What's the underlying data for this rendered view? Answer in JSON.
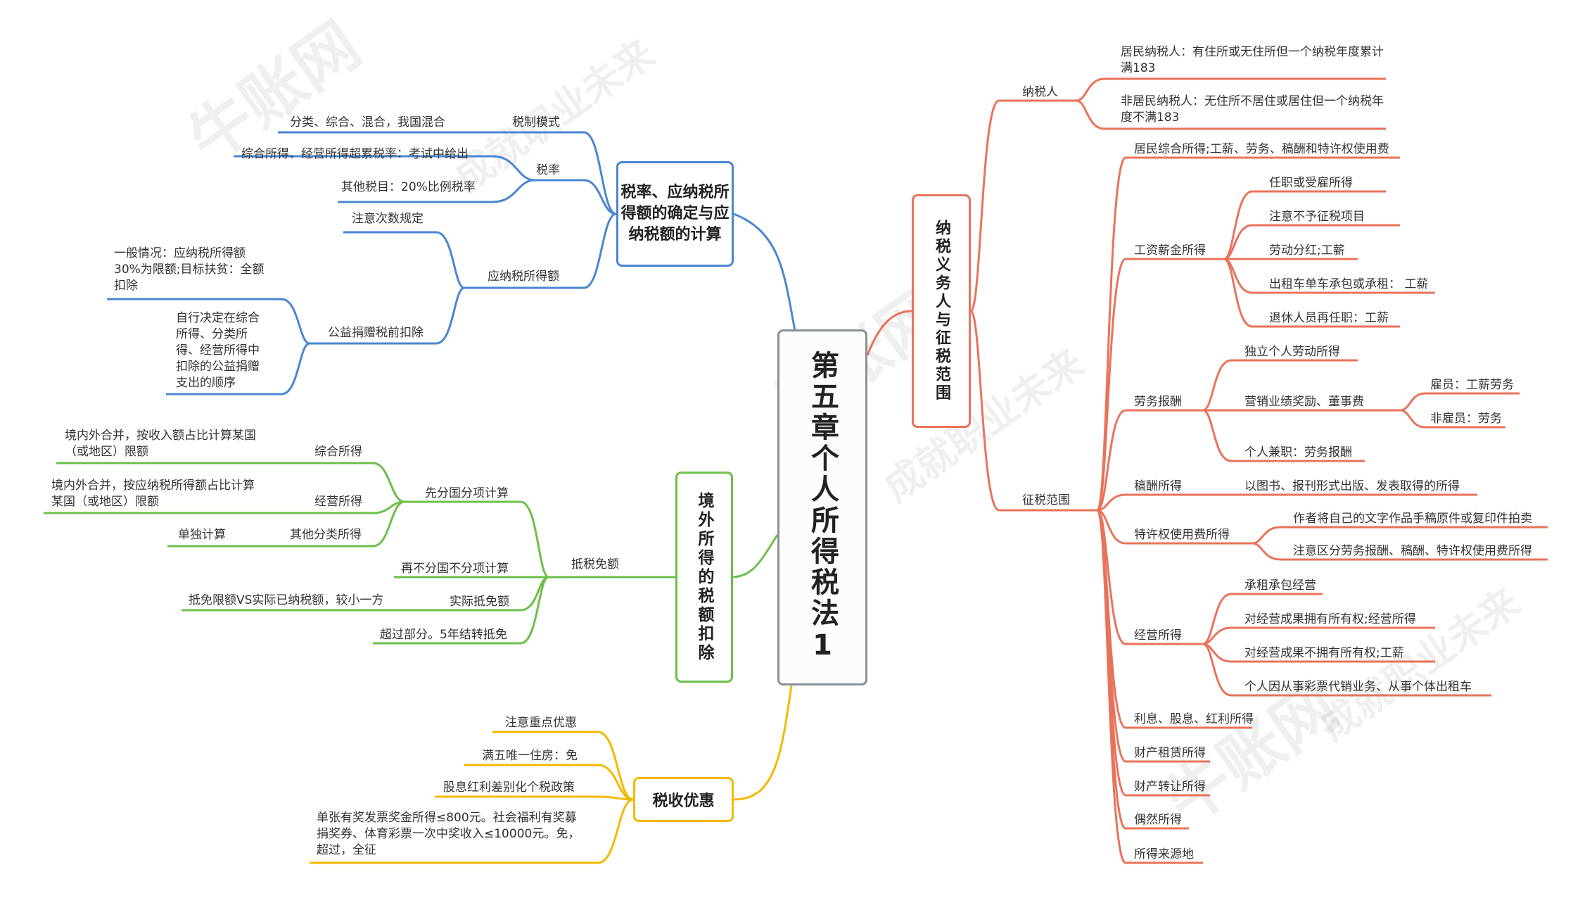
{
  "watermark": {
    "brand": "牛账网",
    "slogan": "成就职业未来"
  },
  "root": {
    "title": "第五章个人所得税法1"
  },
  "colors": {
    "rate": "#4a86d3",
    "overseas": "#6cbf4a",
    "preference": "#f5b800",
    "taxpayer": "#e8735b",
    "root_border": "#8a9099"
  },
  "rate_branch": {
    "title": "税率、应纳税所得额的确定与应纳税额的计算",
    "tax_pattern": {
      "label": "税制模式",
      "detail": "分类、综合、混合，我国混合"
    },
    "rate": {
      "label": "税率",
      "items": [
        "综合所得、经营所得超累税率：考试中给出",
        "其他税目：20%比例税率"
      ]
    },
    "taxable_income": {
      "label": "应纳税所得额",
      "note": "注意次数规定",
      "donation": {
        "label": "公益捐赠税前扣除",
        "general": "一般情况：应纳税所得额30%为限额;目标扶贫：全额扣除",
        "order": "自行决定在综合所得、分类所得、经营所得中扣除的公益捐赠支出的顺序"
      }
    }
  },
  "overseas_branch": {
    "title": "境外所得的税额扣除",
    "credit": {
      "label": "抵税免额",
      "by_country": {
        "label": "先分国分项计算",
        "items": [
          {
            "label": "综合所得",
            "detail": "境内外合并，按收入额占比计算某国（或地区）限额"
          },
          {
            "label": "经营所得",
            "detail": "境内外合并，按应纳税所得额占比计算某国（或地区）限额"
          },
          {
            "label": "其他分类所得",
            "detail": "单独计算"
          }
        ]
      },
      "no_split": "再不分国不分项计算",
      "actual": {
        "label": "实际抵免额",
        "detail": "抵免限额VS实际已纳税额，较小一方"
      },
      "excess": "超过部分。5年结转抵免"
    }
  },
  "preference_branch": {
    "title": "税收优惠",
    "items": [
      "注意重点优惠",
      "满五唯一住房：免",
      "股息红利差别化个税政策",
      "单张有奖发票奖金所得≤800元。社会福利有奖募捐奖券、体育彩票一次中奖收入≤10000元。免，超过，全征"
    ]
  },
  "taxpayer_branch": {
    "title": "纳税义务人与征税范围",
    "taxpayer": {
      "label": "纳税人",
      "resident": "居民纳税人：有住所或无住所但一个纳税年度累计满183",
      "nonresident": "非居民纳税人：无住所不居住或居住但一个纳税年度不满183"
    },
    "scope": {
      "label": "征税范围",
      "comprehensive": "居民综合所得;工薪、劳务、稿酬和特许权使用费",
      "wage": {
        "label": "工资薪金所得",
        "items": [
          "任职或受雇所得",
          "注意不予征税项目",
          "劳动分红;工薪",
          "出租车单车承包或承租： 工薪",
          "退休人员再任职：工薪"
        ]
      },
      "labor": {
        "label": "劳务报酬",
        "independent": "独立个人劳动所得",
        "sales": {
          "label": "营销业绩奖励、董事费",
          "employee": "雇员：工薪劳务",
          "non_employee": "非雇员：劳务"
        },
        "part_time": "个人兼职：劳务报酬"
      },
      "royalty": {
        "label": "稿酬所得",
        "detail": "以图书、报刊形式出版、发表取得的所得"
      },
      "franchise": {
        "label": "特许权使用费所得",
        "items": [
          "作者将自己的文字作品手稿原件或复印件拍卖",
          "注意区分劳务报酬、稿酬、特许权使用费所得"
        ]
      },
      "business": {
        "label": "经营所得",
        "items": [
          "承租承包经营",
          "对经营成果拥有所有权;经营所得",
          "对经营成果不拥有所有权;工薪",
          "个人因从事彩票代销业务、从事个体出租车"
        ]
      },
      "others": [
        "利息、股息、红利所得",
        "财产租赁所得",
        "财产转让所得",
        "偶然所得",
        "所得来源地"
      ]
    }
  }
}
